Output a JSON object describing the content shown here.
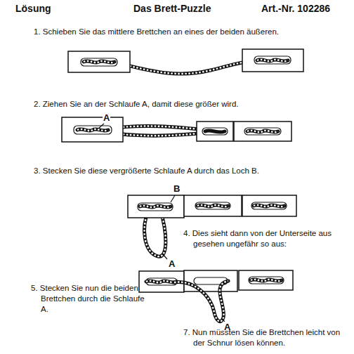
{
  "diagram": {
    "title": "Das Brett-Puzzle",
    "labels": [
      "Lösung",
      "Art.-Nr. 102286",
      "1. Schieben Sie das mittlere Brettchen an eines der beiden äußeren.",
      "2. Ziehen Sie an der Schlaufe A, damit diese größer wird.",
      "A",
      "3. Stecken Sie diese vergrößerte Schlaufe A durch das Loch B.",
      "B",
      "4. Dies sieht dann von der Unterseite aus gesehen ungefähr so aus:",
      "A",
      "5. Stecken Sie nun die beiden Brettchen durch die Schlaufe A.",
      "A",
      "7. Nun müssten Sie die Brettchen leicht von der Schnur lösen können."
    ]
  }
}
